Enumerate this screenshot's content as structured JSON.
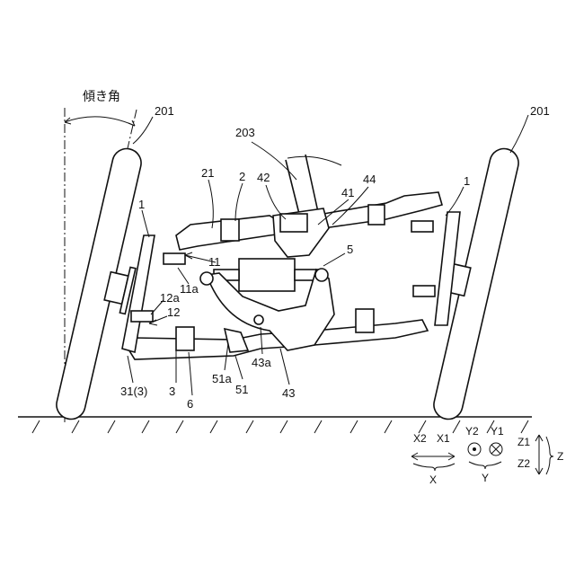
{
  "figure": {
    "angle_label": "傾き角",
    "labels": [
      {
        "id": "wheel-left",
        "text": "201"
      },
      {
        "id": "wheel-right",
        "text": "201"
      },
      {
        "id": "body",
        "text": "203"
      },
      {
        "id": "arm-upper",
        "text": "21"
      },
      {
        "id": "upper-2",
        "text": "2"
      },
      {
        "id": "n42",
        "text": "42"
      },
      {
        "id": "n41",
        "text": "41"
      },
      {
        "id": "n44",
        "text": "44"
      },
      {
        "id": "n1-left",
        "text": "1"
      },
      {
        "id": "n1-right",
        "text": "1"
      },
      {
        "id": "n11",
        "text": "11"
      },
      {
        "id": "n11a",
        "text": "11a"
      },
      {
        "id": "n5",
        "text": "5"
      },
      {
        "id": "n12a",
        "text": "12a"
      },
      {
        "id": "n12",
        "text": "12"
      },
      {
        "id": "n31",
        "text": "31(3)"
      },
      {
        "id": "n3",
        "text": "3"
      },
      {
        "id": "n6",
        "text": "6"
      },
      {
        "id": "n51a",
        "text": "51a"
      },
      {
        "id": "n51",
        "text": "51"
      },
      {
        "id": "n43a",
        "text": "43a"
      },
      {
        "id": "n43",
        "text": "43"
      }
    ],
    "axes": {
      "x2": "X2",
      "x1": "X1",
      "x": "X",
      "y2": "Y2",
      "y1": "Y1",
      "y": "Y",
      "z1": "Z1",
      "z2": "Z2",
      "z": "Z"
    }
  }
}
